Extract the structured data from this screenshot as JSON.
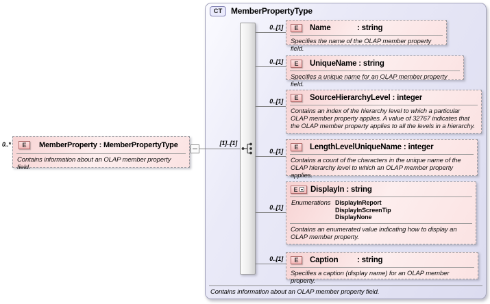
{
  "colors": {
    "element_fill": "#f9dcdc",
    "panel_fill": "#e4e4f4",
    "element_badge_border": "#b06a6a",
    "panel_border": "#a2a2ba",
    "connector": "#7f7f7f"
  },
  "icons": {
    "element_badge": "E",
    "complex_type_badge": "CT",
    "sequence_icon": "sequence-model-group",
    "collapse_toggle": "minus"
  },
  "root_element": {
    "cardinality": "0..*",
    "badge": "E",
    "name": "MemberProperty",
    "type": ": MemberPropertyType",
    "annotation": "Contains information about an OLAP member property field."
  },
  "complex_type": {
    "badge": "CT",
    "title": "MemberPropertyType",
    "model_cardinality": "[1]..[1]",
    "annotation": "Contains information about an OLAP member property field.",
    "children": [
      {
        "cardinality": "0..[1]",
        "badge": "E",
        "name": "Name",
        "type": ": string",
        "annotation": "Specifies the name of the OLAP member property field."
      },
      {
        "cardinality": "0..[1]",
        "badge": "E",
        "name": "UniqueName",
        "type": ": string",
        "annotation": "Specifies a unique name for an OLAP member property field."
      },
      {
        "cardinality": "0..[1]",
        "badge": "E",
        "name": "SourceHierarchyLevel",
        "type": ": integer",
        "annotation": "Contains an index of the hierarchy level to which a particular OLAP member property applies. A value of 32767 indicates that the OLAP member property applies to all the levels in a hierarchy."
      },
      {
        "cardinality": "0..[1]",
        "badge": "E",
        "name": "LengthLevelUniqueName",
        "type": ": integer",
        "annotation": "Contains a count of the characters in the unique name of the OLAP hierarchy level to which an OLAP member property applies."
      },
      {
        "cardinality": "0..[1]",
        "badge": "E",
        "name": "DisplayIn",
        "type": ": string",
        "enumerations_label": "Enumerations",
        "enumerations": [
          "DisplayInReport",
          "DisplayInScreenTip",
          "DisplayNone"
        ],
        "annotation": "Contains an enumerated value indicating how to display an OLAP member property."
      },
      {
        "cardinality": "0..[1]",
        "badge": "E",
        "name": "Caption",
        "type": ": string",
        "annotation": "Specifies a caption (display name) for an OLAP member property."
      }
    ]
  }
}
